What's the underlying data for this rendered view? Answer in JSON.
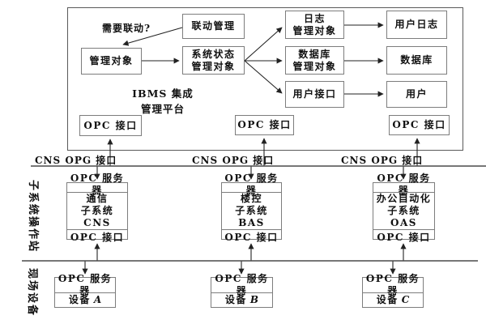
{
  "diagram_title": "IBMS 集成\n管理平台",
  "colors": {
    "line": "#222222",
    "bus_line": "#4a4a4a",
    "box_border": "#7d7d7d",
    "text": "#111111",
    "background": "#ffffff"
  },
  "platform": {
    "question_label": "需要联动?",
    "nodes": {
      "linkage_mgmt": "联动管理",
      "managed_object": "管理对象",
      "system_status": "系统状态\n管理对象",
      "log_mgmt": "日志\n管理对象",
      "user_log": "用户日志",
      "db_mgmt": "数据库\n管理对象",
      "database": "数据库",
      "user_interface": "用户接口",
      "user": "用户",
      "opc_if_1": "OPC 接口",
      "opc_if_2": "OPC 接口",
      "opc_if_3": "OPC 接口"
    }
  },
  "bus_labels": [
    "CNS OPG 接口",
    "CNS OPG 接口",
    "CNS OPG 接口"
  ],
  "side_labels": {
    "subsystem_station": "子系统操作站",
    "field_device": "现场设备"
  },
  "subsystems": [
    {
      "server": "OPC 服务器",
      "name": "通信\n子系统 CNS",
      "interface": "OPC 接口"
    },
    {
      "server": "OPC 服务器",
      "name": "楼控\n子系统 BAS",
      "interface": "OPC 接口"
    },
    {
      "server": "OPC 服务器",
      "name": "办公自动化\n子系统 OAS",
      "interface": "OPC 接口"
    }
  ],
  "devices": [
    {
      "server": "OPC 服务器",
      "prefix": "设备",
      "letter": "A"
    },
    {
      "server": "OPC 服务器",
      "prefix": "设备",
      "letter": "B"
    },
    {
      "server": "OPC 服务器",
      "prefix": "设备",
      "letter": "C"
    }
  ]
}
